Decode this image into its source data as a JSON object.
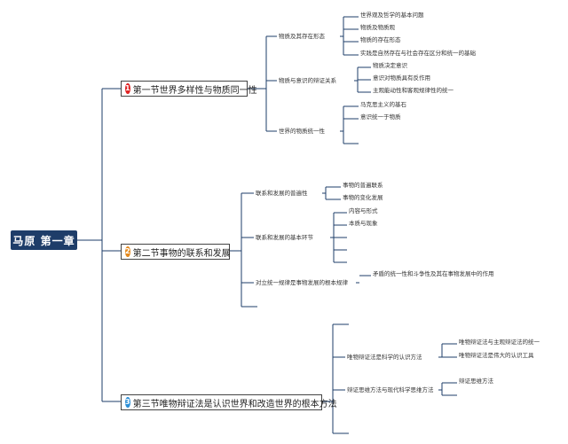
{
  "root": "马原 第一章",
  "sections": [
    {
      "num": "1",
      "color": "#e02424",
      "title": "第一节世界多样性与物质同一性",
      "topics": [
        {
          "label": "物质及其存在形态",
          "items": [
            "世界观及哲学的基本问题",
            "物质及物质观",
            "物质的存在形态",
            "实践是自然存在与社会存在区分和统一的基础"
          ]
        },
        {
          "label": "物质与意识的辩证关系",
          "items": [
            "物质决定意识",
            "意识对物质具有反作用",
            "主观能动性和客观规律性的统一"
          ]
        },
        {
          "label": "世界的物质统一性",
          "items": [
            "马克思主义的基石",
            "意识统一于物质",
            ""
          ]
        }
      ]
    },
    {
      "num": "2",
      "color": "#e58a1f",
      "title": "第二节事物的联系和发展",
      "topics": [
        {
          "label": "联系和发展的普遍性",
          "items": [
            "事物的普遍联系",
            "事物的变化发展"
          ]
        },
        {
          "label": "联系和发展的基本环节",
          "items": [
            "内容与形式",
            "本质与现象",
            "",
            "",
            ""
          ]
        },
        {
          "label": "对立统一规律是事物发展的根本规律",
          "items": [
            "矛盾的统一性和斗争性及其在事物发展中的作用"
          ]
        }
      ]
    },
    {
      "num": "3",
      "color": "#2d8fd6",
      "title": "第三节唯物辩证法是认识世界和改造世界的根本方法",
      "topics": [
        {
          "label": "唯物辩证法是科学的认识方法",
          "items": [
            "唯物辩证法与主观辩证法的统一",
            "唯物辩证法是伟大的认识工具"
          ]
        },
        {
          "label": "辩证思维方法与现代科学思维方法",
          "items": [
            "辩证思维方法",
            ""
          ]
        }
      ]
    }
  ]
}
